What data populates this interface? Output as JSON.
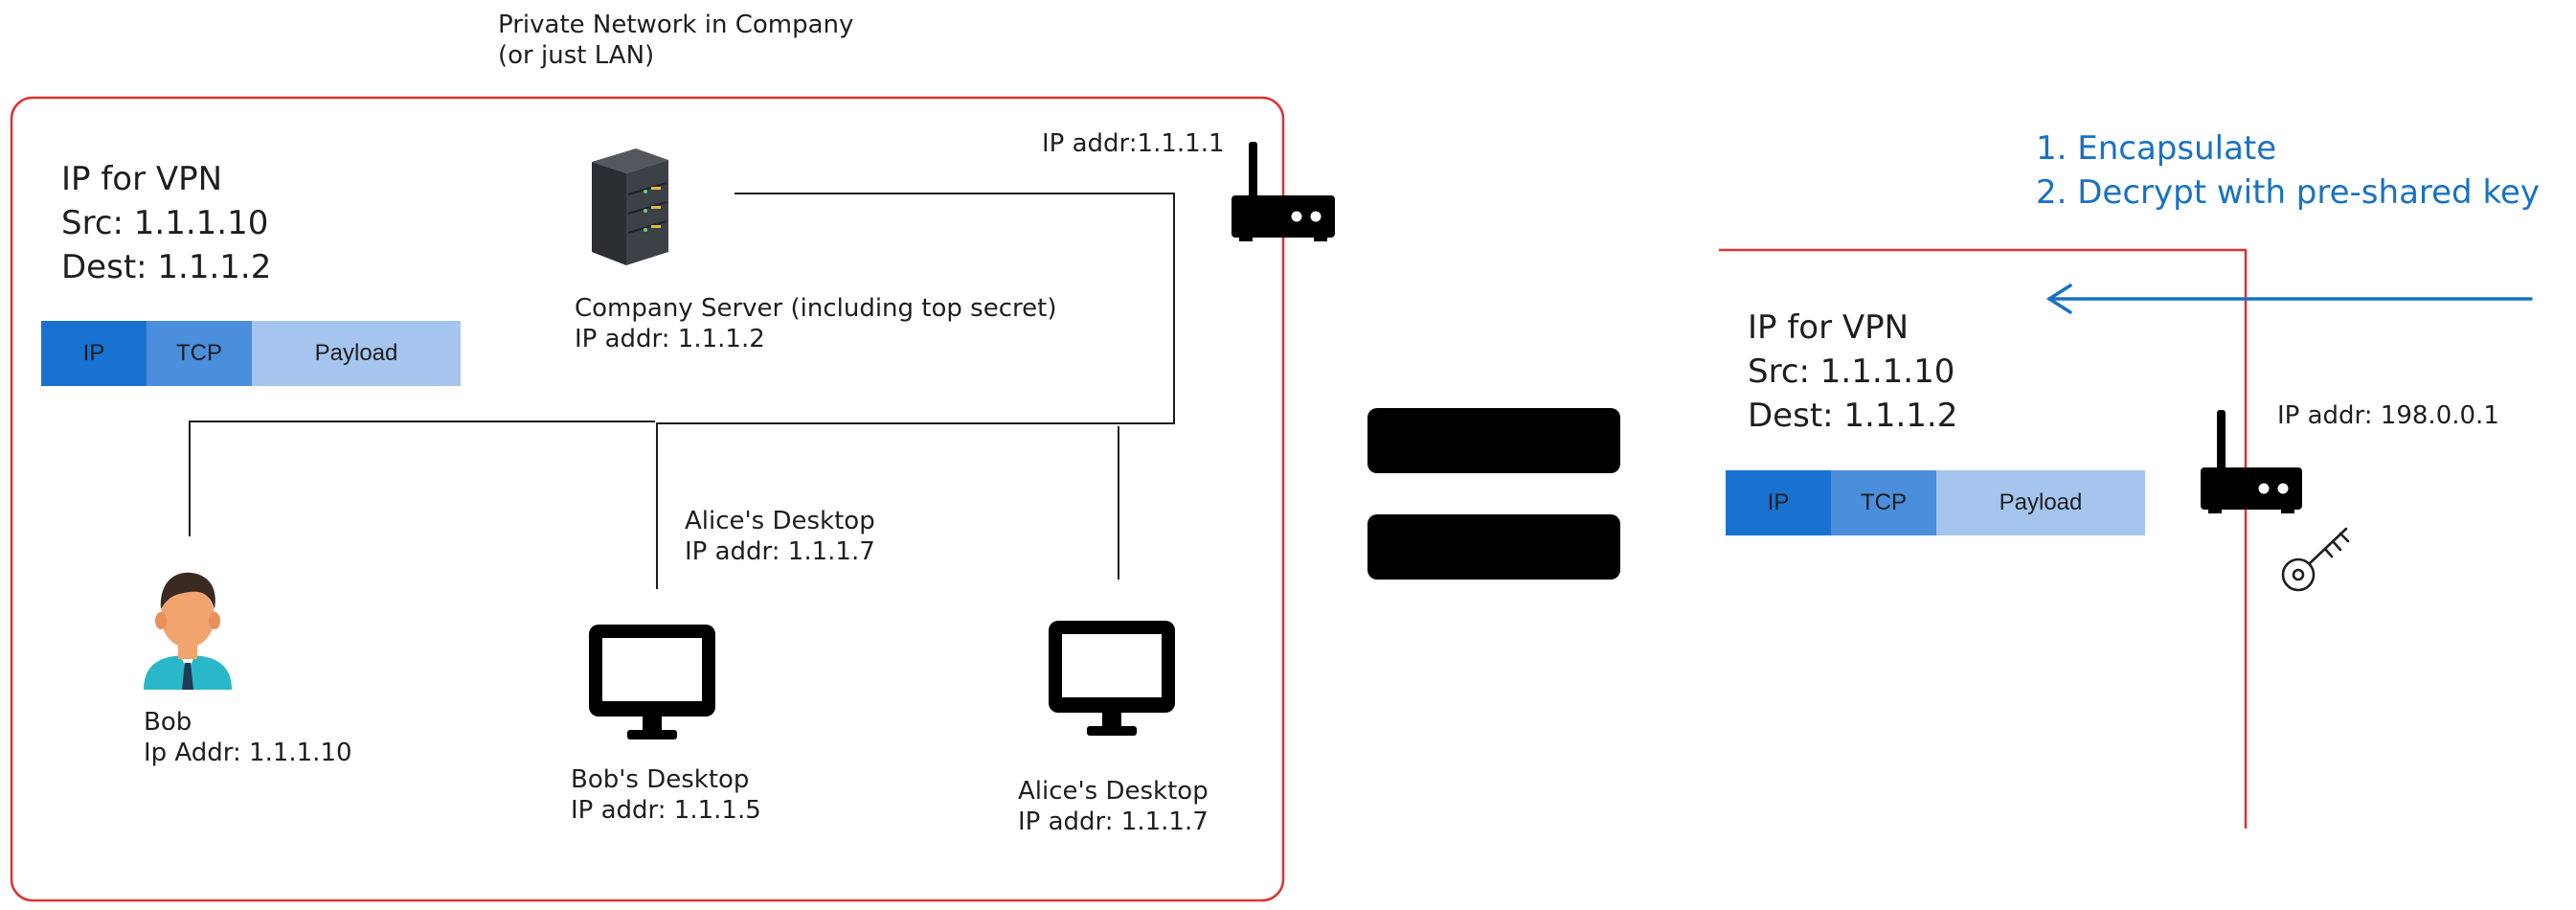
{
  "network_title": {
    "line1": "Private Network in Company",
    "line2": "(or just LAN)"
  },
  "left_packet_header": {
    "title": "IP for VPN",
    "src": "Src: 1.1.1.10",
    "dest": "Dest: 1.1.1.2"
  },
  "left_packet": {
    "ip": "IP",
    "tcp": "TCP",
    "payload": "Payload"
  },
  "router_left": {
    "label": "IP addr:1.1.1.1"
  },
  "server": {
    "name": "Company Server (including top secret)",
    "addr": "IP addr: 1.1.1.2"
  },
  "bob": {
    "name": "Bob",
    "addr": "Ip Addr: 1.1.1.10"
  },
  "alice_mid": {
    "name": "Alice's Desktop",
    "addr": "IP addr: 1.1.1.7"
  },
  "bob_desktop": {
    "name": "Bob's Desktop",
    "addr": "IP addr: 1.1.1.5"
  },
  "alice_desktop": {
    "name": "Alice's Desktop",
    "addr": "IP addr: 1.1.1.7"
  },
  "steps": {
    "step1": "1. Encapsulate",
    "step2": "2. Decrypt with pre-shared key"
  },
  "right_packet_header": {
    "title": "IP for VPN",
    "src": "Src: 1.1.1.10",
    "dest": "Dest: 1.1.1.2"
  },
  "right_packet": {
    "ip": "IP",
    "tcp": "TCP",
    "payload": "Payload"
  },
  "router_right": {
    "label": "IP addr: 198.0.0.1"
  },
  "colors": {
    "boundary": "#e03131",
    "arrow": "#1971c2",
    "ip_segment": "#1971d2",
    "tcp_segment": "#4a8edc",
    "payload_segment": "#a5c5ee"
  },
  "icons": [
    "server-icon",
    "router-icon",
    "person-icon",
    "desktop-icon",
    "key-icon"
  ]
}
